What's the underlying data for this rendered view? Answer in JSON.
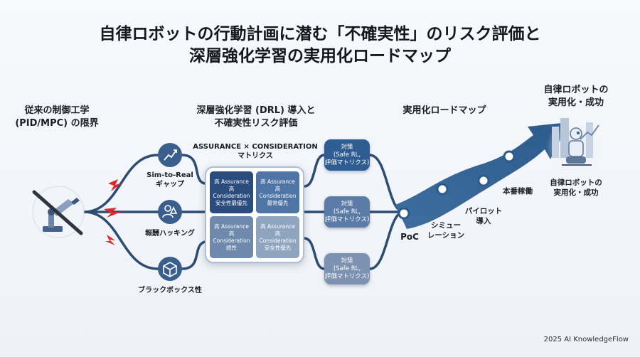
{
  "title": {
    "line1": "自律ロボットの行動計画に潜む「不確実性」のリスク評価と",
    "line2": "深層強化学習の実用化ロードマップ"
  },
  "sections": {
    "left": {
      "line1": "従来の制御工学",
      "line2": "(PID/MPC) の限界"
    },
    "middle": {
      "line1": "深層強化学習 (DRL) 導入と",
      "line2": "不確実性リスク評価"
    },
    "roadmap": "実用化ロードマップ",
    "goal": {
      "line1": "自律ロボットの",
      "line2": "実用化・成功"
    }
  },
  "issues": [
    {
      "line1": "Sim-to-Real",
      "line2": "ギャップ",
      "icon": "chart-icon"
    },
    {
      "line1": "報酬ハッキング",
      "line2": "",
      "icon": "warning-user-icon"
    },
    {
      "line1": "ブラックボックス性",
      "line2": "",
      "icon": "cube-icon"
    }
  ],
  "matrix": {
    "title_line1": "ASSURANCE × CONSIDERATION",
    "title_line2": "マトリクス",
    "cells": [
      {
        "a": "高 Assurance",
        "b": "高 Consideration",
        "c": "安全性最優先"
      },
      {
        "a": "高 Assurance",
        "b": "高 Consideration",
        "c": "最常優先"
      },
      {
        "a": "高 Assurance",
        "b": "高 Consideration",
        "c": "続性"
      },
      {
        "a": "高 Assurance",
        "b": "高 Consideration",
        "c": "安全性優先"
      }
    ]
  },
  "countermeasures": [
    {
      "line1": "対策",
      "line2": "(Safe RL,",
      "line3": "評価マトリクス)"
    },
    {
      "line1": "対策",
      "line2": "(Safe RL,",
      "line3": "評価マトリクス)"
    },
    {
      "line1": "対策",
      "line2": "(Safe RL,",
      "line3": "評価マトリクス)"
    }
  ],
  "stages": [
    {
      "line1": "PoC",
      "line2": ""
    },
    {
      "line1": "シミュー",
      "line2": "レーション"
    },
    {
      "line1": "パイロット",
      "line2": "導入"
    },
    {
      "line1": "本番稼働",
      "line2": ""
    }
  ],
  "goal_caption": {
    "line1": "自律ロボットの",
    "line2": "実用化・成功"
  },
  "footer": "2025 AI KnowledgeFlow",
  "colors": {
    "accent": "#2b5b8e",
    "counter_dark": "#2f5d92",
    "counter_light": "#7d92b1",
    "warning": "#e0262d"
  }
}
